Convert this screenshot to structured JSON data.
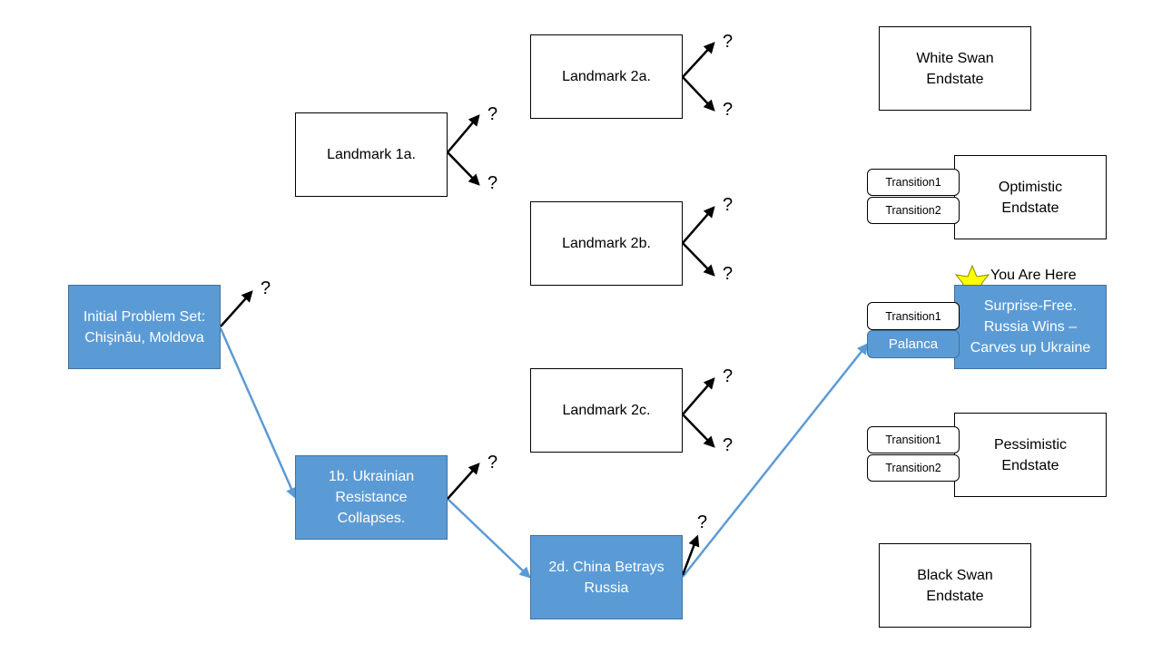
{
  "colors": {
    "highlight_fill": "#5b9bd5",
    "highlight_border": "#41719c",
    "path_line": "#5b9bd5",
    "branch_arrow": "#000000",
    "star": "#ffff00"
  },
  "nodes": {
    "initial": "Initial Problem Set:\nChişinău, Moldova",
    "landmark_1a": "Landmark 1a.",
    "landmark_1b": "1b. Ukrainian\nResistance\nCollapses.",
    "landmark_2a": "Landmark 2a.",
    "landmark_2b": "Landmark 2b.",
    "landmark_2c": "Landmark 2c.",
    "landmark_2d": "2d. China Betrays\nRussia",
    "white_swan": "White Swan\nEndstate",
    "optimistic": "Optimistic\nEndstate",
    "surprise_free": "Surprise-Free.\nRussia Wins –\nCarves up Ukraine",
    "pessimistic": "Pessimistic\nEndstate",
    "black_swan": "Black Swan\nEndstate"
  },
  "transitions": {
    "optimistic_1": "Transition1",
    "optimistic_2": "Transition2",
    "surprise_1": "Transition1",
    "surprise_2": "Palanca",
    "pessimistic_1": "Transition1",
    "pessimistic_2": "Transition2"
  },
  "marker": {
    "label": "You Are Here",
    "icon": "star-icon"
  },
  "unknown_label": "?"
}
